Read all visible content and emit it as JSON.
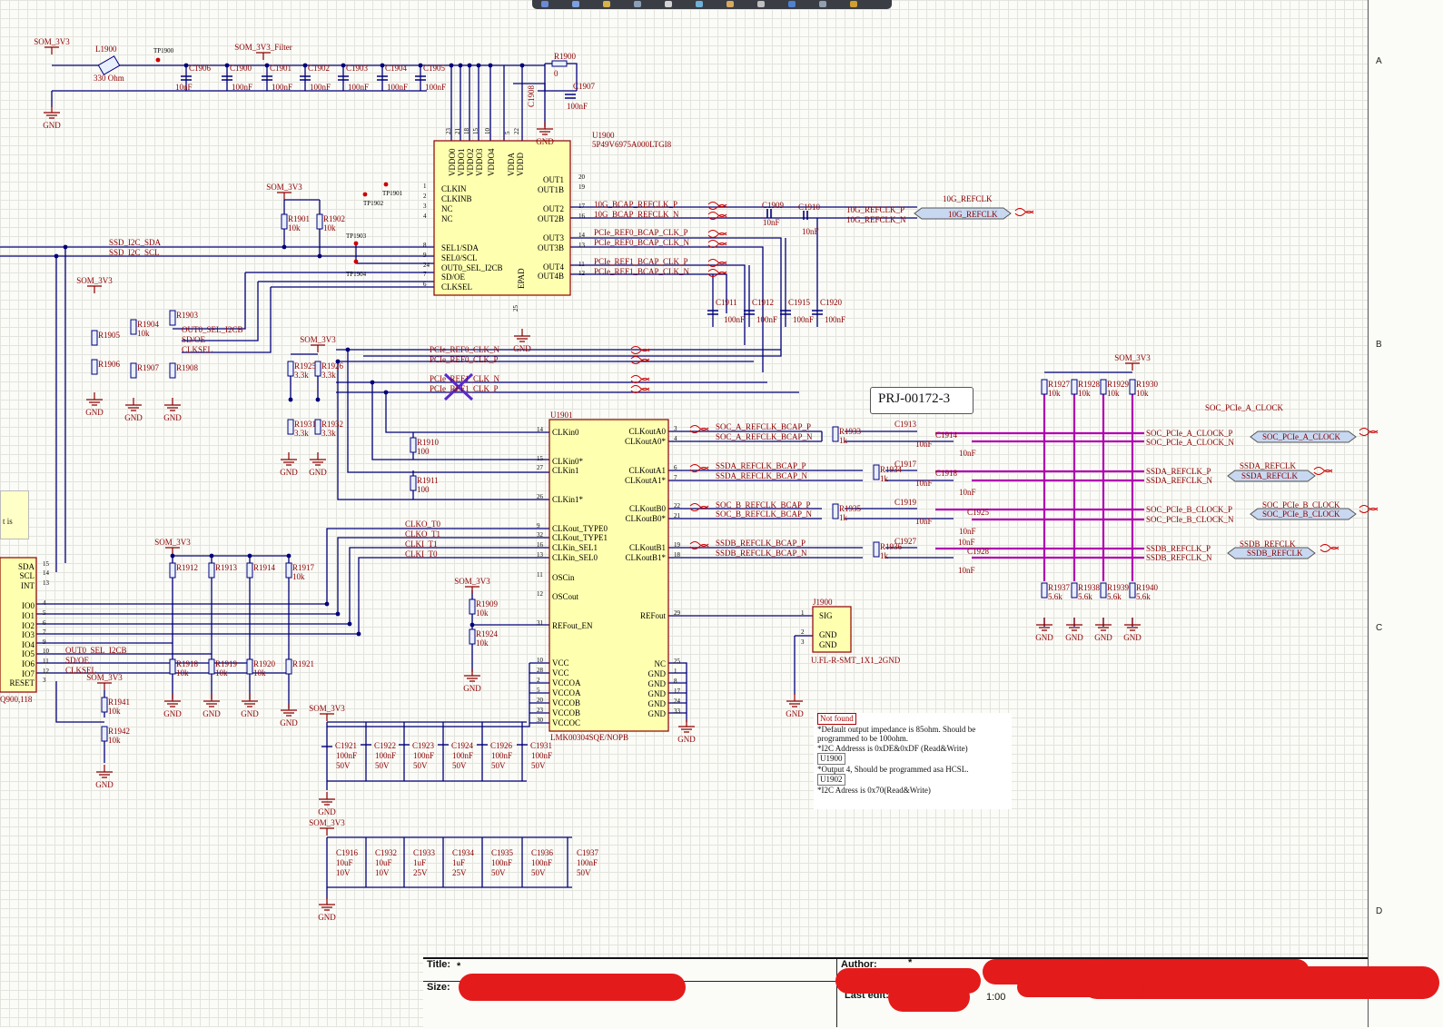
{
  "toolbar": {
    "colors": [
      "#6b8bd6",
      "#7ca0e0",
      "#d6b24a",
      "#8aa0b8",
      "#d4d4d4",
      "#6fb0d8",
      "#d8a860",
      "#c0c0c0",
      "#5080d0",
      "#90a0b0",
      "#d0a030"
    ]
  },
  "sheet": {
    "zones_right": [
      "A",
      "B",
      "C",
      "D"
    ],
    "callout": "PRJ-00172-3",
    "sticky_note_text": "t is",
    "title_block": {
      "title_label": "Title:",
      "title_value": "*",
      "size_label": "Size:",
      "author_label": "Author:",
      "author_value": "*",
      "last_edit_label": "Last edit:",
      "scale_value": "1:00"
    }
  },
  "nets": {
    "som_3v3": "SOM_3V3",
    "som_3v3_filter": "SOM_3V3_Filter",
    "gnd": "GND",
    "ssd_i2c_sda": "SSD_I2C_SDA",
    "ssd_i2c_scl": "SSD_I2C_SCL",
    "out0_sel_i2cb": "OUT0_SEL_I2CB",
    "sd_oe": "SD/OE",
    "clksel": "CLKSEL",
    "bcap_p_10g": "10G_BCAP_REFCLK_P",
    "bcap_n_10g": "10G_BCAP_REFCLK_N",
    "pcie_ref0_bcap_p": "PCIe_REF0_BCAP_CLK_P",
    "pcie_ref0_bcap_n": "PCIe_REF0_BCAP_CLK_N",
    "pcie_ref1_bcap_p": "PCIe_REF1_BCAP_CLK_P",
    "pcie_ref1_bcap_n": "PCIe_REF1_BCAP_CLK_N",
    "refclk_10g_p": "10G_REFCLK_P",
    "refclk_10g_n": "10G_REFCLK_N",
    "refclk_10g": "10G_REFCLK",
    "pcie_ref0_clk_n": "PCIe_REF0_CLK_N",
    "pcie_ref0_clk_p": "PCIe_REF0_CLK_P",
    "pcie_ref1_clk_n": "PCIe_REF1_CLK_N",
    "pcie_ref1_clk_p": "PCIe_REF1_CLK_P",
    "clko_t0": "CLKO_T0",
    "clko_t1": "CLKO_T1",
    "clki_t1": "CLKI_T1",
    "clki_t0": "CLKI_T0",
    "soc_a_bcap_p": "SOC_A_REFCLK_BCAP_P",
    "soc_a_bcap_n": "SOC_A_REFCLK_BCAP_N",
    "ssda_bcap_p": "SSDA_REFCLK_BCAP_P",
    "ssda_bcap_n": "SSDA_REFCLK_BCAP_N",
    "soc_b_bcap_p": "SOC_B_REFCLK_BCAP_P",
    "soc_b_bcap_n": "SOC_B_REFCLK_BCAP_N",
    "ssdb_bcap_p": "SSDB_REFCLK_BCAP_P",
    "ssdb_bcap_n": "SSDB_REFCLK_BCAP_N",
    "soc_pcie_a_p": "SOC_PCIe_A_CLOCK_P",
    "soc_pcie_a_n": "SOC_PCIe_A_CLOCK_N",
    "soc_pcie_a": "SOC_PCIe_A_CLOCK",
    "ssda_refclk_p": "SSDA_REFCLK_P",
    "ssda_refclk_n": "SSDA_REFCLK_N",
    "ssda_refclk": "SSDA_REFCLK",
    "soc_pcie_b_p": "SOC_PCIe_B_CLOCK_P",
    "soc_pcie_b_n": "SOC_PCIe_B_CLOCK_N",
    "soc_pcie_b": "SOC_PCIe_B_CLOCK",
    "ssdb_refclk_p": "SSDB_REFCLK_P",
    "ssdb_refclk_n": "SSDB_REFCLK_N",
    "ssdb_refclk": "SSDB_REFCLK"
  },
  "u1900": {
    "ref": "U1900",
    "part": "5P49V6975A000LTGI8",
    "top_pins": [
      "VDDO0",
      "VDDO1",
      "VDDO2",
      "VDDO3",
      "VDDO4",
      "VDDA",
      "VDDD"
    ],
    "top_nums": [
      "23",
      "21",
      "18",
      "15",
      "10",
      "5",
      "22"
    ],
    "left_pins": [
      "CLKIN",
      "CLKINB",
      "NC",
      "NC",
      "SEL1/SDA",
      "SEL0/SCL",
      "OUT0_SEL_I2CB",
      "SD/OE",
      "CLKSEL"
    ],
    "left_nums": [
      "1",
      "2",
      "3",
      "4",
      "8",
      "9",
      "24",
      "7",
      "6"
    ],
    "right_pins": [
      "OUT1",
      "OUT1B",
      "OUT2",
      "OUT2B",
      "OUT3",
      "OUT3B",
      "OUT4",
      "OUT4B"
    ],
    "right_nums": [
      "20",
      "19",
      "17",
      "16",
      "14",
      "13",
      "11",
      "12"
    ],
    "epad": "EPAD",
    "epad_num": "25"
  },
  "u1901": {
    "ref": "U1901",
    "part": "LMK00304SQE/NOPB",
    "left_pins": [
      "CLKin0",
      "CLKin0*",
      "CLKin1",
      "CLKin1*",
      "CLKout_TYPE0",
      "CLKout_TYPE1",
      "CLKin_SEL1",
      "CLKin_SEL0",
      "OSCin",
      "OSCout",
      "REFout_EN",
      "VCC",
      "VCC",
      "VCCOA",
      "VCCOA",
      "VCCOB",
      "VCCOB",
      "VCCOC"
    ],
    "left_nums": [
      "14",
      "15",
      "27",
      "26",
      "9",
      "32",
      "16",
      "13",
      "11",
      "12",
      "31",
      "10",
      "28",
      "2",
      "5",
      "20",
      "23",
      "30"
    ],
    "right_pins": [
      "CLKoutA0",
      "CLKoutA0*",
      "CLKoutA1",
      "CLKoutA1*",
      "CLKoutB0",
      "CLKoutB0*",
      "CLKoutB1",
      "CLKoutB1*",
      "REFout",
      "NC",
      "GND",
      "GND",
      "GND",
      "GND",
      "GND"
    ],
    "right_nums": [
      "3",
      "4",
      "6",
      "7",
      "22",
      "21",
      "19",
      "18",
      "29",
      "25",
      "1",
      "8",
      "17",
      "24",
      "33"
    ]
  },
  "u_left": {
    "pins": [
      "SDA",
      "SCL",
      "INT",
      "IO0",
      "IO1",
      "IO2",
      "IO3",
      "IO4",
      "IO5",
      "IO6",
      "IO7",
      "RESET"
    ],
    "nums": [
      "15",
      "14",
      "13",
      "4",
      "5",
      "6",
      "7",
      "9",
      "10",
      "11",
      "12",
      "3"
    ],
    "part_fragment": "Q900,118"
  },
  "j1900": {
    "ref": "J1900",
    "part": "U.FL-R-SMT_1X1_2GND",
    "pins": [
      "SIG",
      "GND",
      "GND"
    ],
    "nums": [
      "1",
      "2",
      "3"
    ]
  },
  "inductor": {
    "ref": "L1900",
    "value": "330 Ohm"
  },
  "testpoints": [
    "TP1900",
    "TP1901",
    "TP1902",
    "TP1903",
    "TP1904"
  ],
  "caps_top": [
    {
      "ref": "C1906",
      "val": "10nF"
    },
    {
      "ref": "C1900",
      "val": "100nF"
    },
    {
      "ref": "C1901",
      "val": "100nF"
    },
    {
      "ref": "C1902",
      "val": "100nF"
    },
    {
      "ref": "C1903",
      "val": "100nF"
    },
    {
      "ref": "C1904",
      "val": "100nF"
    },
    {
      "ref": "C1905",
      "val": "100nF"
    }
  ],
  "r1900": {
    "ref": "R1900",
    "val": "0"
  },
  "c1908": {
    "ref": "C1908"
  },
  "c1907": {
    "ref": "C1907",
    "val": "100nF"
  },
  "pullups": [
    {
      "ref": "R1901",
      "val": "10k"
    },
    {
      "ref": "R1902",
      "val": "10k"
    }
  ],
  "strap_res": [
    {
      "ref": "R1903"
    },
    {
      "ref": "R1904",
      "val": "10k"
    },
    {
      "ref": "R1905"
    },
    {
      "ref": "R1906"
    },
    {
      "ref": "R1907"
    },
    {
      "ref": "R1908"
    }
  ],
  "ac_caps_mid": [
    {
      "ref": "C1909",
      "val": "10nF"
    },
    {
      "ref": "C1910",
      "val": "10nF"
    },
    {
      "ref": "C1911",
      "val": "100nF"
    },
    {
      "ref": "C1912",
      "val": "100nF"
    },
    {
      "ref": "C1915",
      "val": "100nF"
    },
    {
      "ref": "C1920",
      "val": "100nF"
    }
  ],
  "term_res": [
    {
      "ref": "R1925",
      "val": "3.3k"
    },
    {
      "ref": "R1926",
      "val": "3.3k"
    },
    {
      "ref": "R1931",
      "val": "3.3k"
    },
    {
      "ref": "R1932",
      "val": "3.3k"
    },
    {
      "ref": "R1910",
      "val": "100"
    },
    {
      "ref": "R1911",
      "val": "100"
    }
  ],
  "strap2_res": [
    {
      "ref": "R1912"
    },
    {
      "ref": "R1913"
    },
    {
      "ref": "R1914"
    },
    {
      "ref": "R1917",
      "val": "10k"
    },
    {
      "ref": "R1918",
      "val": "10k"
    },
    {
      "ref": "R1919",
      "val": "10k"
    },
    {
      "ref": "R1920",
      "val": "10k"
    },
    {
      "ref": "R1921"
    }
  ],
  "reset_res": [
    {
      "ref": "R1941",
      "val": "10k"
    },
    {
      "ref": "R1942",
      "val": "10k"
    }
  ],
  "refen_res": [
    {
      "ref": "R1909",
      "val": "10k"
    },
    {
      "ref": "R1924",
      "val": "10k"
    }
  ],
  "series_res": [
    {
      "ref": "R1933",
      "val": "1k"
    },
    {
      "ref": "R1934",
      "val": "1k"
    },
    {
      "ref": "R1935",
      "val": "1k"
    },
    {
      "ref": "R1936",
      "val": "1k"
    }
  ],
  "out_caps": [
    {
      "ref": "C1913",
      "val": "10nF"
    },
    {
      "ref": "C1914",
      "val": "10nF"
    },
    {
      "ref": "C1917",
      "val": "10nF"
    },
    {
      "ref": "C1918",
      "val": "10nF"
    },
    {
      "ref": "C1919",
      "val": "10nF"
    },
    {
      "ref": "C1925",
      "val": "10nF"
    },
    {
      "ref": "C1927",
      "val": "10nF"
    },
    {
      "ref": "C1928",
      "val": "10nF"
    }
  ],
  "pull_top": [
    {
      "ref": "R1927",
      "val": "10k"
    },
    {
      "ref": "R1928",
      "val": "10k"
    },
    {
      "ref": "R1929",
      "val": "10k"
    },
    {
      "ref": "R1930",
      "val": "10k"
    }
  ],
  "pull_bot": [
    {
      "ref": "R1937",
      "val": "5.6k"
    },
    {
      "ref": "R1938",
      "val": "5.6k"
    },
    {
      "ref": "R1939",
      "val": "5.6k"
    },
    {
      "ref": "R1940",
      "val": "5.6k"
    }
  ],
  "decap_row1": [
    {
      "ref": "C1921",
      "val": "100nF",
      "v": "50V"
    },
    {
      "ref": "C1922",
      "val": "100nF",
      "v": "50V"
    },
    {
      "ref": "C1923",
      "val": "100nF",
      "v": "50V"
    },
    {
      "ref": "C1924",
      "val": "100nF",
      "v": "50V"
    },
    {
      "ref": "C1926",
      "val": "100nF",
      "v": "50V"
    },
    {
      "ref": "C1931",
      "val": "100nF",
      "v": "50V"
    }
  ],
  "decap_row2": [
    {
      "ref": "C1916",
      "val": "10uF",
      "v": "10V"
    },
    {
      "ref": "C1932",
      "val": "10uF",
      "v": "10V"
    },
    {
      "ref": "C1933",
      "val": "1uF",
      "v": "25V"
    },
    {
      "ref": "C1934",
      "val": "1uF",
      "v": "25V"
    },
    {
      "ref": "C1935",
      "val": "100nF",
      "v": "50V"
    },
    {
      "ref": "C1936",
      "val": "100nF",
      "v": "50V"
    },
    {
      "ref": "C1937",
      "val": "100nF",
      "v": "50V"
    }
  ],
  "note": {
    "not_found": "Not found",
    "lines1": [
      "*Default output impedance is 85ohm. Should be",
      "programmed to be 100ohm.",
      "*I2C Addresss is 0xDE&0xDF (Read&Write)"
    ],
    "tag1": "U1900",
    "lines2": [
      "*Output 4, Should be programmed asa HCSL."
    ],
    "tag2": "U1902",
    "lines3": [
      "*I2C Adress is 0x70(Read&Write)"
    ]
  }
}
